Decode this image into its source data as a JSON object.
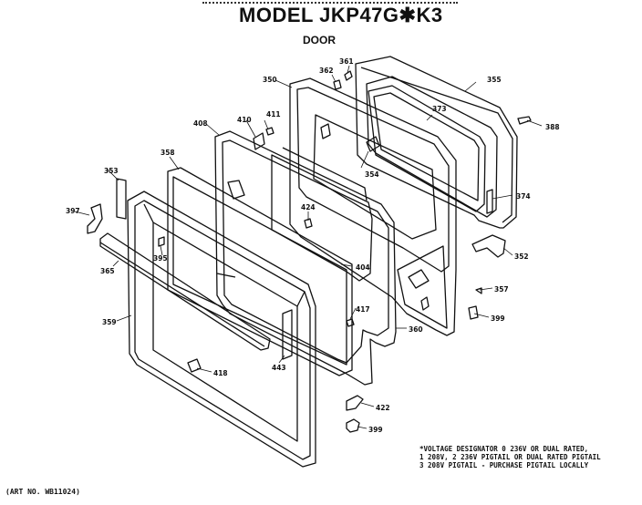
{
  "title": "MODEL JKP47G✱K3",
  "subtitle": "DOOR",
  "note": [
    "*VOLTAGE DESIGNATOR 0 236V OR DUAL RATED,",
    "1 208V, 2 236V  PIGTAIL OR DUAL RATED PIGTAIL",
    "3 208V  PIGTAIL - PURCHASE PIGTAIL LOCALLY"
  ],
  "art_no": "(ART NO. WB11024)",
  "part_labels": {
    "p361": "361",
    "p362": "362",
    "p350": "350",
    "p355": "355",
    "p373": "373",
    "p388": "388",
    "p410": "410",
    "p411": "411",
    "p408": "408",
    "p354": "354",
    "p374": "374",
    "p358": "358",
    "p353": "353",
    "p424": "424",
    "p397": "397",
    "p352": "352",
    "p395": "395",
    "p404": "404",
    "p365": "365",
    "p357": "357",
    "p417": "417",
    "p359": "359",
    "p360": "360",
    "p399a": "399",
    "p443": "443",
    "p418": "418",
    "p422": "422",
    "p399b": "399"
  }
}
